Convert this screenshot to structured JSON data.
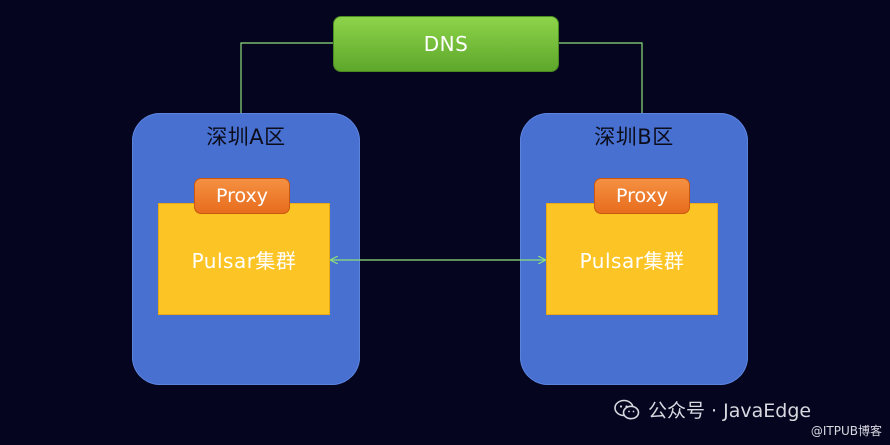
{
  "dns": {
    "label": "DNS"
  },
  "regions": [
    {
      "title": "深圳A区",
      "proxy_label": "Proxy",
      "cluster_label": "Pulsar集群"
    },
    {
      "title": "深圳B区",
      "proxy_label": "Proxy",
      "cluster_label": "Pulsar集群"
    }
  ],
  "watermark": {
    "text": "公众号 · JavaEdge",
    "icon": "wechat-icon",
    "source": "@ITPUB博客"
  },
  "colors": {
    "background": "#050520",
    "dns": "#6cbd36",
    "region": "#4770d1",
    "proxy": "#ed7b2a",
    "cluster": "#fdc425",
    "connector": "#8fe07a"
  }
}
